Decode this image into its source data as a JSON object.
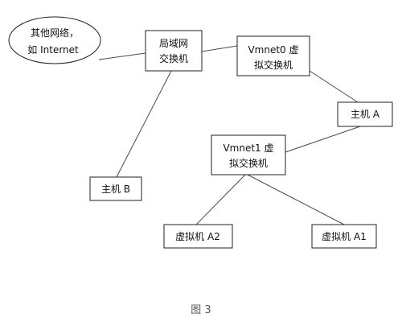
{
  "nodes": {
    "other_networks": {
      "line1": "其他网络，",
      "line2": "如 Internet"
    },
    "lan_switch": {
      "line1": "局域网",
      "line2": "交换机"
    },
    "vmnet0_switch": {
      "line1": "Vmnet0 虚",
      "line2": "拟交换机"
    },
    "host_a": {
      "label": "主机 A"
    },
    "vmnet1_switch": {
      "line1": "Vmnet1 虚",
      "line2": "拟交换机"
    },
    "host_b": {
      "label": "主机 B"
    },
    "vm_a2": {
      "label": "虚拟机 A2"
    },
    "vm_a1": {
      "label": "虚拟机 A1"
    }
  },
  "caption": "图 3"
}
